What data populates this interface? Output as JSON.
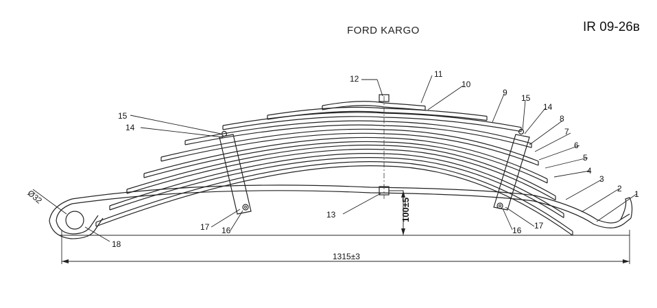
{
  "header": {
    "title": "FORD KARGO",
    "code": "IR 09-26в"
  },
  "dimensions": {
    "diameter": "Ø32",
    "height": "100±5",
    "length": "1315±3"
  },
  "callouts": {
    "c1": "1",
    "c2": "2",
    "c3": "3",
    "c4": "4",
    "c5": "5",
    "c6": "6",
    "c7": "7",
    "c8": "8",
    "c9": "9",
    "c10": "10",
    "c11": "11",
    "c12": "12",
    "c13": "13",
    "c14": "14",
    "c15": "15",
    "c16": "16",
    "c17": "17",
    "c18": "18"
  }
}
